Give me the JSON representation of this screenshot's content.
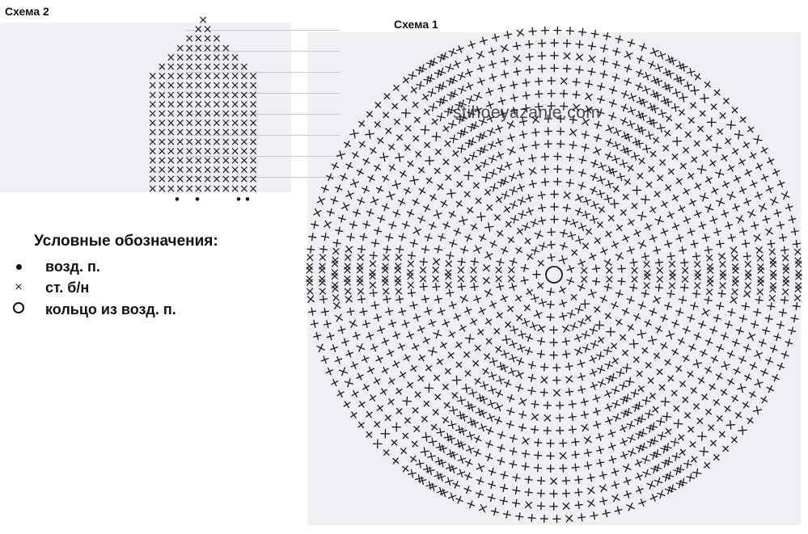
{
  "scheme2": {
    "title": "Схема 2",
    "rows_top_to_bottom": [
      1,
      2,
      4,
      6,
      8,
      10,
      12,
      12,
      12,
      12,
      12,
      12,
      12,
      12,
      12,
      12,
      12,
      12,
      12
    ],
    "chain_dots_last_row": 4
  },
  "scheme1": {
    "title": "Схема 1",
    "watermark": "stihoeyazanie.com",
    "center_symbol": "ring-icon"
  },
  "legend": {
    "title": "Условные обозначения:",
    "items": [
      {
        "icon": "dot-icon",
        "label": "возд. п."
      },
      {
        "icon": "cross-icon",
        "label": "ст. б/н"
      },
      {
        "icon": "ring-icon",
        "label": "кольцо из возд. п."
      }
    ]
  },
  "colors": {
    "ink": "#1a1a1a",
    "background_text": "#c9cbd0",
    "panel": "#eef0f4"
  }
}
